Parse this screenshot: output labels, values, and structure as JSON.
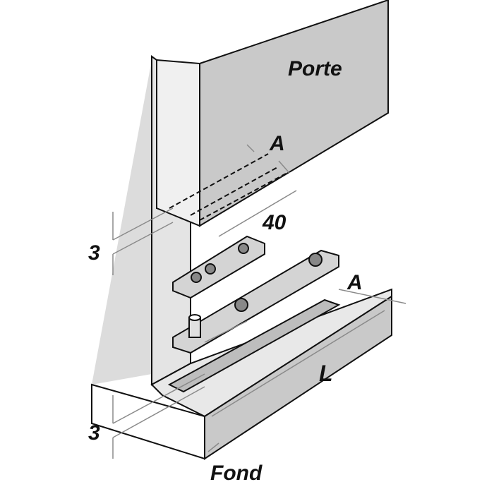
{
  "labels": {
    "door": "Porte",
    "door_offset": "A",
    "door_depth": "40",
    "door_gap": "3",
    "rail_offset": "A",
    "rail_length": "L",
    "bottom_gap": "3",
    "bottom": "Fond"
  },
  "colors": {
    "panel": "#c9c9c9",
    "light_panel": "#dcdcdc",
    "plate": "#d4d4d4",
    "line": "#111111",
    "dimension": "#8a8a8a"
  }
}
